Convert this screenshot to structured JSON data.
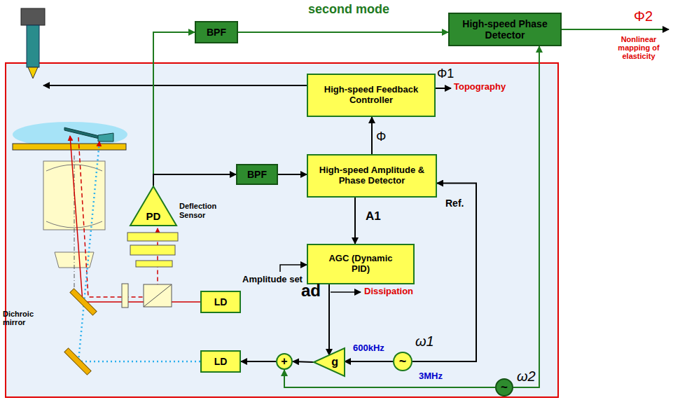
{
  "diagram": {
    "nodes": [
      {
        "text": [
          "BPF"
        ]
      },
      {
        "text": [
          "High-speed Phase Detector"
        ]
      },
      {
        "text": [
          "High-speed Feedback Controller"
        ]
      },
      {
        "text": [
          "PD",
          "Deflection Sensor"
        ]
      },
      {
        "text": [
          "BPF"
        ]
      },
      {
        "text": [
          "High-speed Amplitude & Phase Detector"
        ]
      },
      {
        "text": [
          "AGC (Dynamic PID)"
        ]
      },
      {
        "text": [
          "LD"
        ]
      },
      {
        "text": [
          "LD"
        ]
      },
      {
        "text": [
          "+"
        ]
      },
      {
        "text": [
          "g"
        ]
      },
      {
        "text": [
          "~"
        ]
      },
      {
        "text": [
          "~"
        ]
      }
    ],
    "edges": [
      {
        "from": 3,
        "to": 0,
        "arrow": "to"
      },
      {
        "from": 0,
        "to": 1,
        "arrow": "to"
      },
      {
        "from": 3,
        "to": 4,
        "arrow": "to"
      },
      {
        "from": 4,
        "to": 5,
        "arrow": "to"
      },
      {
        "from": 5,
        "to": 2,
        "arrow": "to"
      },
      {
        "from": 5,
        "to": 6,
        "arrow": "to"
      },
      {
        "from": 6,
        "to": 10,
        "arrow": "to"
      },
      {
        "from": 11,
        "to": 10,
        "arrow": "to"
      },
      {
        "from": 11,
        "to": 5,
        "arrow": "to"
      },
      {
        "from": 10,
        "to": 9,
        "arrow": "to"
      },
      {
        "from": 9,
        "to": 8,
        "arrow": "to"
      },
      {
        "from": 12,
        "to": 9,
        "arrow": "to"
      },
      {
        "from": 12,
        "to": 1,
        "arrow": "to"
      }
    ],
    "labels": [
      "second mode",
      "Φ2",
      "Nonlinear mapping of elasticity",
      "Φ1",
      "Topography",
      "Φ",
      "Ref.",
      "A1",
      "Amplitude set",
      "ad",
      "Dissipation",
      "600kHz",
      "ω1",
      "3MHz",
      "ω2",
      "Dichroic mirror"
    ]
  }
}
